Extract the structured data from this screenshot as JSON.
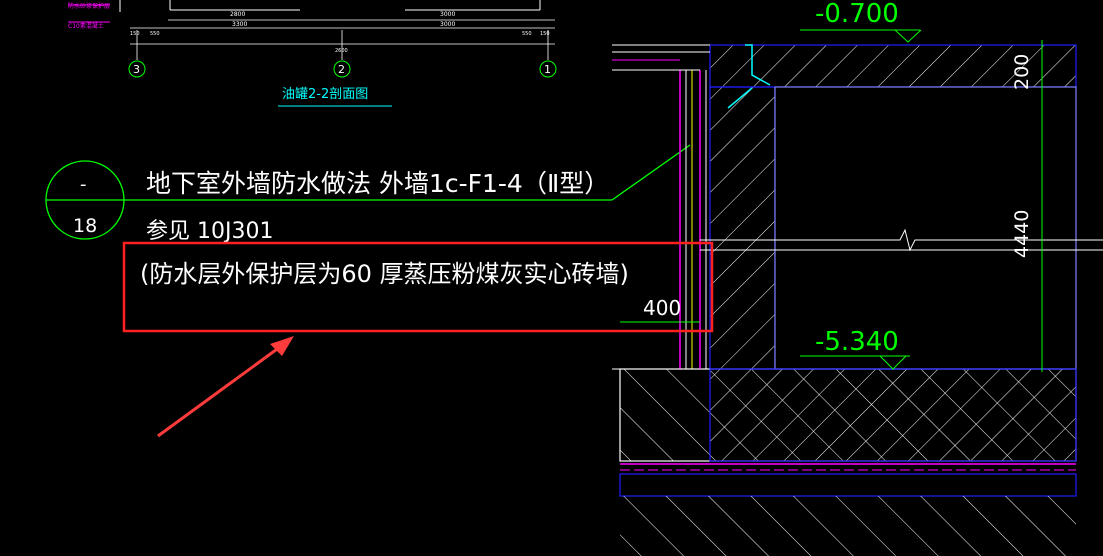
{
  "top_plan": {
    "legend": [
      "防水砂浆保护层",
      "C10素混凝土"
    ],
    "dims_upper": [
      "2800",
      "3000"
    ],
    "dims_mid": [
      "150",
      "550",
      "3300",
      "3000",
      "550",
      "150"
    ],
    "dim_total": "2600",
    "axes": [
      "3",
      "2",
      "1"
    ],
    "section_title": "油罐2-2剖面图"
  },
  "index_symbol": {
    "top": "-",
    "bottom": "18"
  },
  "note": {
    "line1": "地下室外墙防水做法 外墙1c-F1-4",
    "line1_suffix": "（Ⅱ型）",
    "line2": "参见 10J301",
    "line3": "(防水层外保护层为60 厚蒸压粉煤灰实心砖墙)"
  },
  "section": {
    "elev_top": "-0.700",
    "elev_bottom": "-5.340",
    "dim_200": "200",
    "dim_4440": "4440",
    "dim_400": "400"
  },
  "colors": {
    "highlight": "#ff2020",
    "arrow": "#ff3b3b",
    "leader": "#00ff00",
    "wall": "#ffffff",
    "outline": "#2020ff",
    "waterproof": "#ff00ff"
  }
}
